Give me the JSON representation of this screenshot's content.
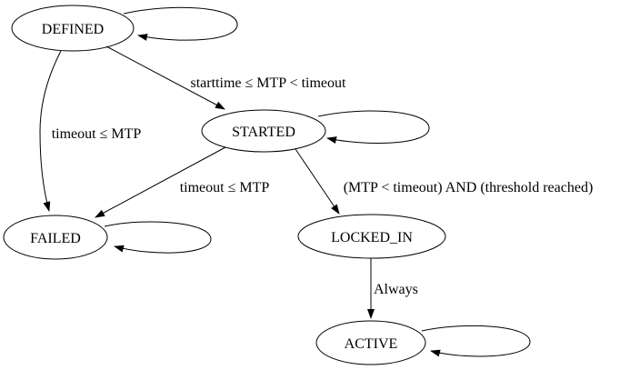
{
  "diagram": {
    "type": "state-machine-graph",
    "colors": {
      "background": "#ffffff",
      "line": "#000000",
      "text": "#000000"
    },
    "nodes": [
      {
        "id": "DEFINED",
        "label": "DEFINED",
        "self_loop": true
      },
      {
        "id": "STARTED",
        "label": "STARTED",
        "self_loop": true
      },
      {
        "id": "FAILED",
        "label": "FAILED",
        "self_loop": true
      },
      {
        "id": "LOCKED_IN",
        "label": "LOCKED_IN",
        "self_loop": false
      },
      {
        "id": "ACTIVE",
        "label": "ACTIVE",
        "self_loop": true
      }
    ],
    "edges": [
      {
        "from": "DEFINED",
        "to": "DEFINED",
        "label": ""
      },
      {
        "from": "DEFINED",
        "to": "STARTED",
        "label": "starttime ≤ MTP < timeout"
      },
      {
        "from": "DEFINED",
        "to": "FAILED",
        "label": "timeout ≤ MTP"
      },
      {
        "from": "STARTED",
        "to": "STARTED",
        "label": ""
      },
      {
        "from": "STARTED",
        "to": "FAILED",
        "label": "timeout ≤ MTP"
      },
      {
        "from": "STARTED",
        "to": "LOCKED_IN",
        "label": "(MTP < timeout) AND (threshold reached)"
      },
      {
        "from": "FAILED",
        "to": "FAILED",
        "label": ""
      },
      {
        "from": "LOCKED_IN",
        "to": "ACTIVE",
        "label": "Always"
      },
      {
        "from": "ACTIVE",
        "to": "ACTIVE",
        "label": ""
      }
    ]
  }
}
